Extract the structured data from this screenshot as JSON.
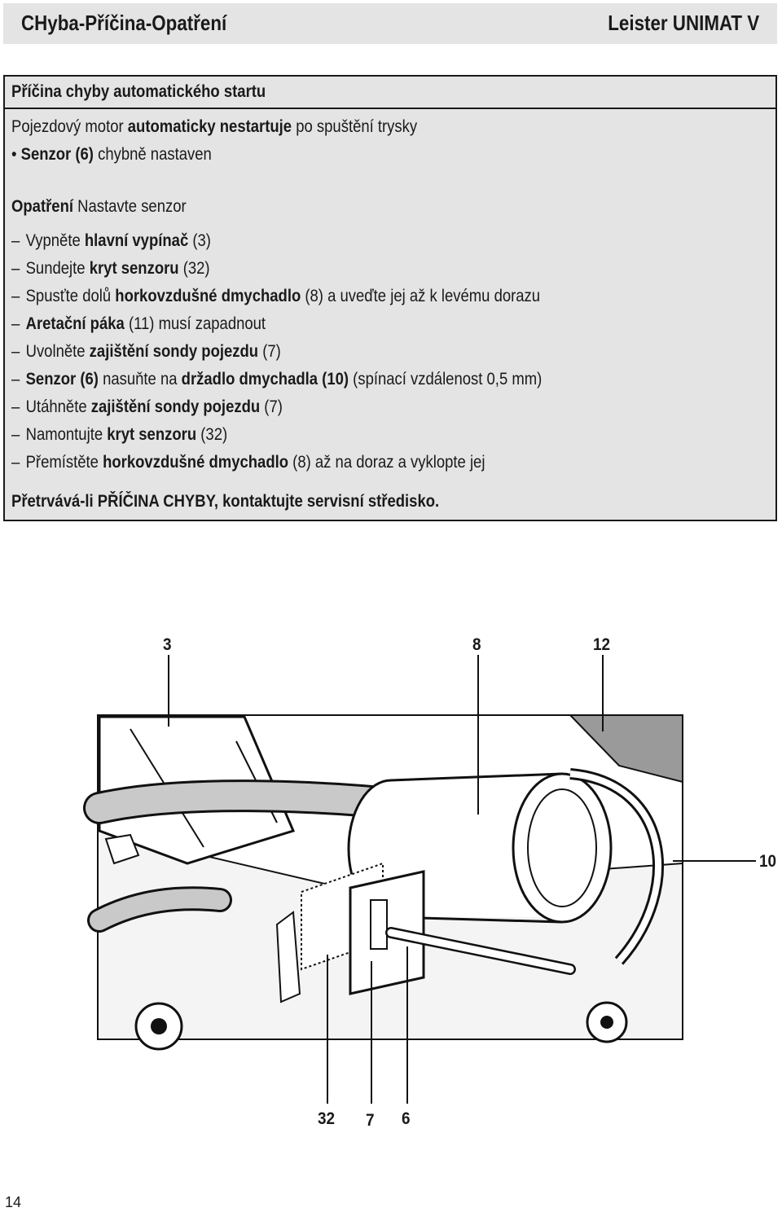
{
  "header": {
    "title": "CHyba-Příčina-Opatření",
    "product": "Leister UNIMAT V"
  },
  "box": {
    "title": "Příčina chyby automatického startu",
    "problem": {
      "p1": "Pojezdový motor ",
      "b1": "automaticky nestartuje",
      "p2": " po spuštění trysky"
    },
    "cause": {
      "bullet": "•",
      "b1": "Senzor (6)",
      "p1": " chybně nastaven"
    },
    "measure": {
      "b1": "Opatření",
      "p1": " Nastavte senzor"
    },
    "steps": [
      {
        "dash": "–",
        "p1": "Vypněte ",
        "b1": "hlavní vypínač",
        "p2": " (3)",
        "b2": "",
        "p3": "",
        "b3": "",
        "p4": ""
      },
      {
        "dash": "–",
        "p1": "Sundejte ",
        "b1": "kryt senzoru",
        "p2": " (32)",
        "b2": "",
        "p3": "",
        "b3": "",
        "p4": ""
      },
      {
        "dash": "–",
        "p1": "Spusťte dolů ",
        "b1": "horkovzdušné dmychadlo",
        "p2": " (8) a uveďte jej až k levému dorazu",
        "b2": "",
        "p3": "",
        "b3": "",
        "p4": ""
      },
      {
        "dash": "–",
        "p1": "",
        "b1": "Aretační páka",
        "p2": " (11) musí zapadnout",
        "b2": "",
        "p3": "",
        "b3": "",
        "p4": ""
      },
      {
        "dash": "–",
        "p1": "Uvolněte ",
        "b1": "zajištění sondy pojezdu",
        "p2": " (7)",
        "b2": "",
        "p3": "",
        "b3": "",
        "p4": ""
      },
      {
        "dash": "–",
        "p1": "",
        "b1": "Senzor (6)",
        "p2": " nasuňte na ",
        "b2": "držadlo dmychadla (10)",
        "p3": " (spínací vzdálenost 0,5 mm)",
        "b3": "",
        "p4": ""
      },
      {
        "dash": "–",
        "p1": "Utáhněte ",
        "b1": "zajištění sondy pojezdu",
        "p2": " (7)",
        "b2": "",
        "p3": "",
        "b3": "",
        "p4": ""
      },
      {
        "dash": "–",
        "p1": "Namontujte ",
        "b1": "kryt senzoru",
        "p2": " (32)",
        "b2": "",
        "p3": "",
        "b3": "",
        "p4": ""
      },
      {
        "dash": "–",
        "p1": "Přemístěte ",
        "b1": "horkovzdušné dmychadlo",
        "p2": " (8) až na doraz a vyklopte jej",
        "b2": "",
        "p3": "",
        "b3": "",
        "p4": ""
      }
    ],
    "footer": "Přetrvává-li PŘÍČINA CHYBY, kontaktujte servisní středisko."
  },
  "figure": {
    "callouts": {
      "c3": "3",
      "c8": "8",
      "c12": "12",
      "c10": "10",
      "c32": "32",
      "c7": "7",
      "c6": "6"
    }
  },
  "page_number": "14"
}
